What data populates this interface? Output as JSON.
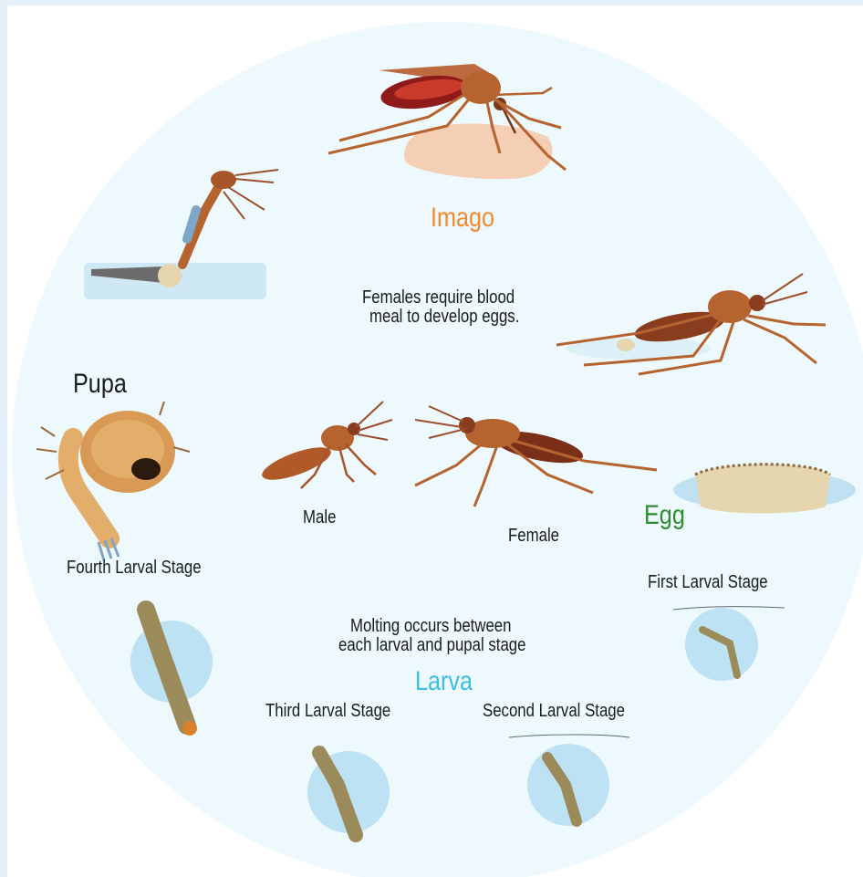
{
  "colors": {
    "imago": "#f2892e",
    "egg": "#2e8b2e",
    "larva": "#3cbde6",
    "text": "#1b1b1b",
    "circle_bg": "#eef9fd",
    "page_bg": "#e4eef8"
  },
  "labels": {
    "imago": "Imago",
    "pupa": "Pupa",
    "egg": "Egg",
    "larva": "Larva",
    "male": "Male",
    "female": "Female",
    "blood_meal_line1": "Females require blood",
    "blood_meal_line2": "meal to develop eggs.",
    "molting_line1": "Molting occurs between",
    "molting_line2": "each larval and pupal stage",
    "first_larval": "First Larval Stage",
    "second_larval": "Second Larval Stage",
    "third_larval": "Third Larval Stage",
    "fourth_larval": "Fourth Larval Stage"
  },
  "icons": {
    "imago": "blood-feeding-mosquito-icon",
    "emerging": "emerging-adult-icon",
    "egg_laying": "egg-laying-mosquito-icon",
    "pupa": "pupa-icon",
    "male": "male-mosquito-icon",
    "female": "female-mosquito-icon",
    "egg_raft": "egg-raft-icon",
    "larva": "larva-icon"
  }
}
